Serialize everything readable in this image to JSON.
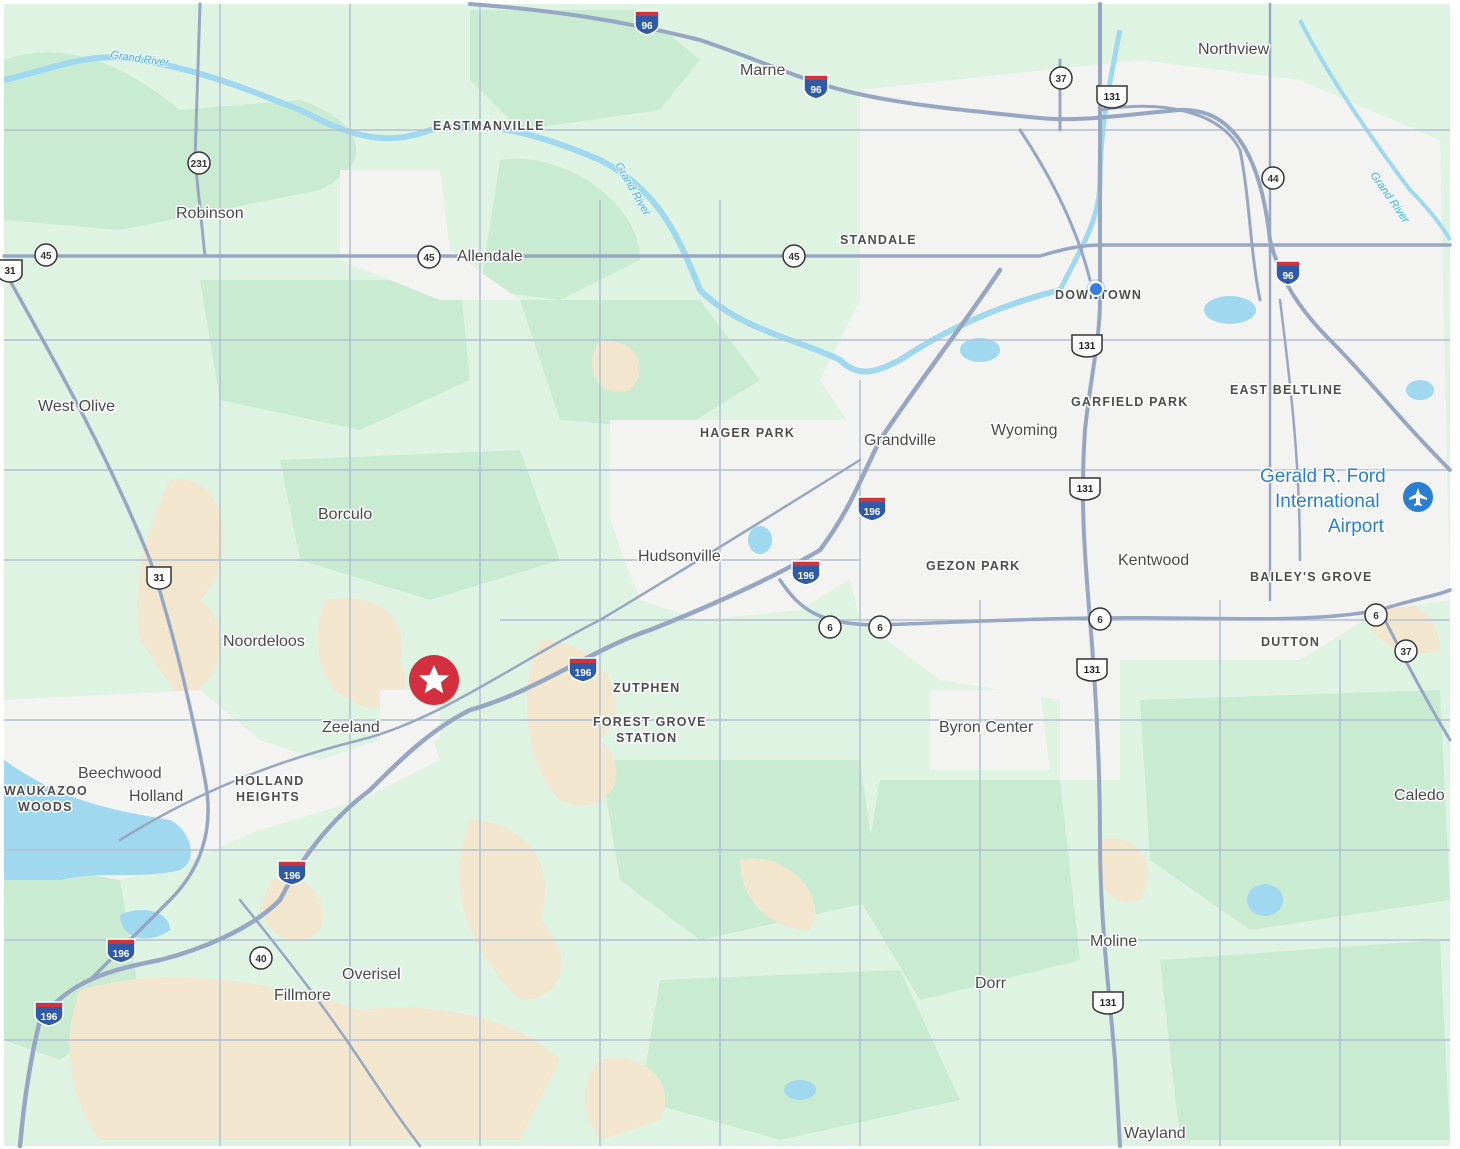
{
  "map": {
    "colors": {
      "land": "#dff3e3",
      "forest": "#c9ebd2",
      "urban": "#f3f3f1",
      "farmland": "#f2e6cf",
      "water": "#9fd8ef",
      "road": "#97a7c3",
      "minor_road": "#b3c0d3",
      "marker": "#d32f3f",
      "current_location": "#3b7ddd",
      "airport_icon": "#2a7fd1"
    },
    "places": [
      {
        "id": "robinson",
        "label": "Robinson",
        "style": "place"
      },
      {
        "id": "allendale",
        "label": "Allendale",
        "style": "place"
      },
      {
        "id": "marne",
        "label": "Marne",
        "style": "place"
      },
      {
        "id": "northview",
        "label": "Northview",
        "style": "place"
      },
      {
        "id": "west-olive",
        "label": "West Olive",
        "style": "place"
      },
      {
        "id": "borculo",
        "label": "Borculo",
        "style": "place"
      },
      {
        "id": "noordeloos",
        "label": "Noordeloos",
        "style": "place"
      },
      {
        "id": "zeeland",
        "label": "Zeeland",
        "style": "place"
      },
      {
        "id": "beechwood",
        "label": "Beechwood",
        "style": "place"
      },
      {
        "id": "holland",
        "label": "Holland",
        "style": "place"
      },
      {
        "id": "hudsonville",
        "label": "Hudsonville",
        "style": "place"
      },
      {
        "id": "grandville",
        "label": "Grandville",
        "style": "place"
      },
      {
        "id": "wyoming",
        "label": "Wyoming",
        "style": "place"
      },
      {
        "id": "kentwood",
        "label": "Kentwood",
        "style": "place"
      },
      {
        "id": "byron-center",
        "label": "Byron Center",
        "style": "place"
      },
      {
        "id": "overisel",
        "label": "Overisel",
        "style": "place"
      },
      {
        "id": "fillmore",
        "label": "Fillmore",
        "style": "place"
      },
      {
        "id": "dorr",
        "label": "Dorr",
        "style": "place"
      },
      {
        "id": "moline",
        "label": "Moline",
        "style": "place"
      },
      {
        "id": "wayland",
        "label": "Wayland",
        "style": "place"
      },
      {
        "id": "caledo",
        "label": "Caledo",
        "style": "place"
      },
      {
        "id": "eastmanville",
        "label": "EASTMANVILLE",
        "style": "caps"
      },
      {
        "id": "standale",
        "label": "STANDALE",
        "style": "caps"
      },
      {
        "id": "downtown",
        "label": "DOWNTOWN",
        "style": "caps"
      },
      {
        "id": "hager-park",
        "label": "HAGER PARK",
        "style": "caps"
      },
      {
        "id": "garfield-park",
        "label": "GARFIELD PARK",
        "style": "caps"
      },
      {
        "id": "east-beltline",
        "label": "EAST BELTLINE",
        "style": "caps"
      },
      {
        "id": "gezon-park",
        "label": "GEZON PARK",
        "style": "caps"
      },
      {
        "id": "baileys-grove",
        "label": "BAILEY'S GROVE",
        "style": "caps"
      },
      {
        "id": "dutton",
        "label": "DUTTON",
        "style": "caps"
      },
      {
        "id": "zutphen",
        "label": "ZUTPHEN",
        "style": "caps"
      },
      {
        "id": "forest-grove-1",
        "label": "FOREST GROVE",
        "style": "caps"
      },
      {
        "id": "forest-grove-2",
        "label": "STATION",
        "style": "caps"
      },
      {
        "id": "holland-heights-1",
        "label": "HOLLAND",
        "style": "caps"
      },
      {
        "id": "holland-heights-2",
        "label": "HEIGHTS",
        "style": "caps"
      },
      {
        "id": "waukazoo-1",
        "label": "WAUKAZOO",
        "style": "caps"
      },
      {
        "id": "waukazoo-2",
        "label": "WOODS",
        "style": "caps"
      }
    ],
    "rivers": [
      {
        "id": "grand-river-west",
        "label": "Grand River"
      },
      {
        "id": "grand-river-mid",
        "label": "Grand River"
      },
      {
        "id": "grand-river-east",
        "label": "Grand River"
      }
    ],
    "airport": {
      "line1": "Gerald R. Ford",
      "line2": "International",
      "line3": "Airport",
      "icon": "airplane-icon"
    },
    "interstate_shields": [
      {
        "id": "i96-north",
        "label": "96"
      },
      {
        "id": "i96-marne",
        "label": "96"
      },
      {
        "id": "i96-east",
        "label": "96"
      },
      {
        "id": "i196-grandville",
        "label": "196"
      },
      {
        "id": "i196-hudsonville",
        "label": "196"
      },
      {
        "id": "i196-zutphen",
        "label": "196"
      },
      {
        "id": "i196-holland",
        "label": "196"
      },
      {
        "id": "i196-sw1",
        "label": "196"
      },
      {
        "id": "i196-sw2",
        "label": "196"
      }
    ],
    "us_shields": [
      {
        "id": "us131-north",
        "label": "131"
      },
      {
        "id": "us131-downtown",
        "label": "131"
      },
      {
        "id": "us131-wyoming",
        "label": "131"
      },
      {
        "id": "us131-kentwood",
        "label": "131"
      },
      {
        "id": "us131-moline",
        "label": "131"
      },
      {
        "id": "us31-west",
        "label": "31"
      },
      {
        "id": "us31-edge",
        "label": "31"
      }
    ],
    "state_shields": [
      {
        "id": "m231",
        "label": "231"
      },
      {
        "id": "m45-west",
        "label": "45"
      },
      {
        "id": "m45-allendale",
        "label": "45"
      },
      {
        "id": "m45-east",
        "label": "45"
      },
      {
        "id": "m37-north",
        "label": "37"
      },
      {
        "id": "m44",
        "label": "44"
      },
      {
        "id": "m6-a",
        "label": "6"
      },
      {
        "id": "m6-b",
        "label": "6"
      },
      {
        "id": "m6-c",
        "label": "6"
      },
      {
        "id": "m6-d",
        "label": "6"
      },
      {
        "id": "m37-south",
        "label": "37"
      },
      {
        "id": "m40",
        "label": "40"
      }
    ],
    "markers": {
      "destination": "star-marker-icon",
      "current": "current-location-dot"
    }
  }
}
